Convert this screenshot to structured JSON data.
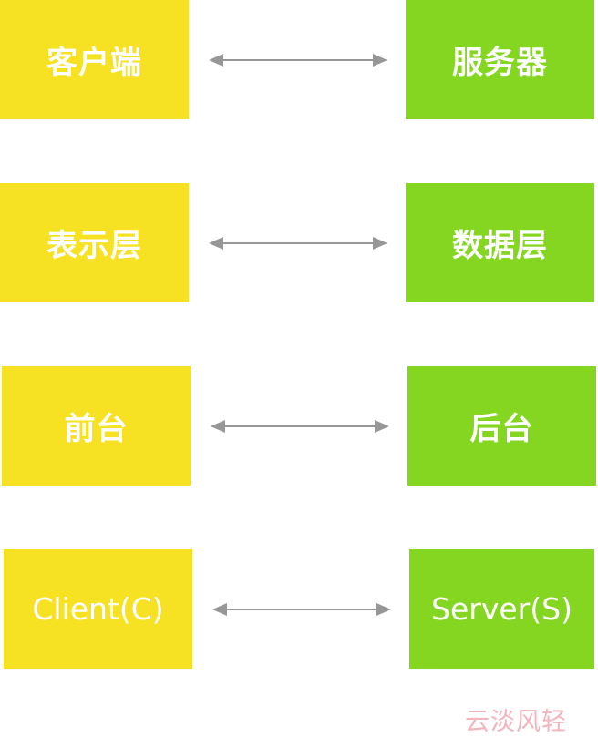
{
  "colors": {
    "left_fill": "#f6e222",
    "right_fill": "#84d620",
    "arrow": "#979797",
    "watermark": "#f4b4bd"
  },
  "rows": [
    {
      "left": "客户端",
      "right": "服务器"
    },
    {
      "left": "表示层",
      "right": "数据层"
    },
    {
      "left": "前台",
      "right": "后台"
    },
    {
      "left": "Client(C)",
      "right": "Server(S)"
    }
  ],
  "watermark": "云淡风轻"
}
